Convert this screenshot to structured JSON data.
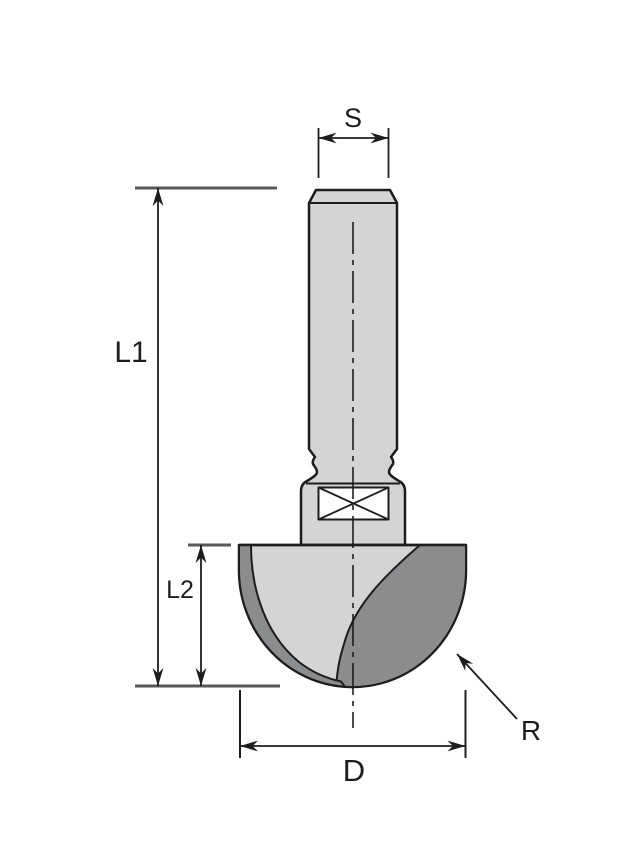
{
  "diagram": {
    "type": "technical-dimension-drawing",
    "subject": "round-nose-router-bit",
    "labels": {
      "shank_diameter": "S",
      "overall_length": "L1",
      "cutting_length": "L2",
      "cutting_diameter": "D",
      "radius": "R"
    },
    "colors": {
      "background": "#ffffff",
      "body-fill": "#d4d4d5",
      "flute-fill": "#8b8c8e",
      "bearing-fill": "#ffffff",
      "outline": "#1d1d1f",
      "dim-line": "#1d1d1f",
      "ext-line": "#58595b"
    }
  }
}
